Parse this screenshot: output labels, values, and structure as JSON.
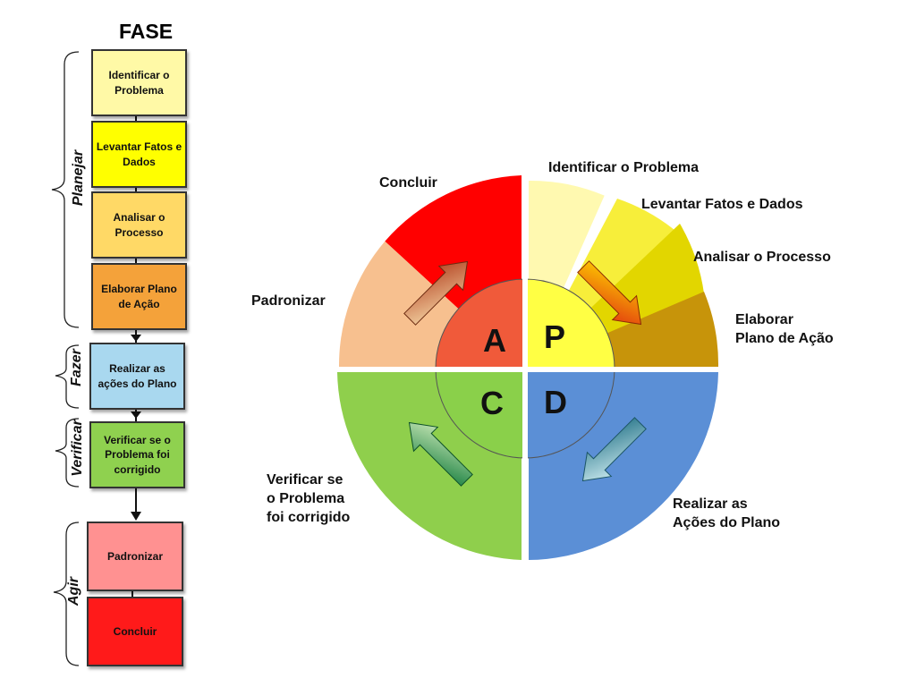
{
  "left_panel": {
    "title": "FASE",
    "phases": {
      "plan": "Planejar",
      "do": "Fazer",
      "check": "Verificar",
      "act": "Agir"
    },
    "steps": [
      {
        "label": "Identificar o Problema",
        "color": "#fff9a6"
      },
      {
        "label": "Levantar Fatos e Dados",
        "color": "#ffff00"
      },
      {
        "label": "Analisar o Processo",
        "color": "#ffd966"
      },
      {
        "label": "Elaborar Plano de Ação",
        "color": "#f4a23a"
      },
      {
        "label": "Realizar as ações do Plano",
        "color": "#a9d8ef"
      },
      {
        "label": "Verificar se o Problema foi corrigido",
        "color": "#8fd14f"
      },
      {
        "label": "Padronizar",
        "color": "#ff9191"
      },
      {
        "label": "Concluir",
        "color": "#ff1a1a"
      }
    ]
  },
  "cycle": {
    "letters": {
      "act": "A",
      "plan": "P",
      "check": "C",
      "do": "D"
    },
    "labels": {
      "identificar": "Identificar o Problema",
      "levantar": "Levantar Fatos e Dados",
      "analisar": "Analisar o Processo",
      "elaborar": "Elaborar\nPlano de Ação",
      "realizar": "Realizar as\nAções do Plano",
      "verificar": "Verificar se\no Problema\nfoi corrigido",
      "padronizar": "Padronizar",
      "concluir": "Concluir"
    },
    "colors": {
      "concluir": "#ff0000",
      "padronizar": "#f7c08f",
      "identificar": "#fff9b0",
      "levantar": "#f7ee3a",
      "analisar": "#e2d600",
      "elaborar": "#c7940a",
      "realizar": "#5b8fd6",
      "verificar": "#8fcf4c",
      "inner_act": "#f05a3a",
      "inner_plan": "#ffff44",
      "inner_check": "#8ad04a",
      "inner_do": "#5b8fd6"
    }
  }
}
